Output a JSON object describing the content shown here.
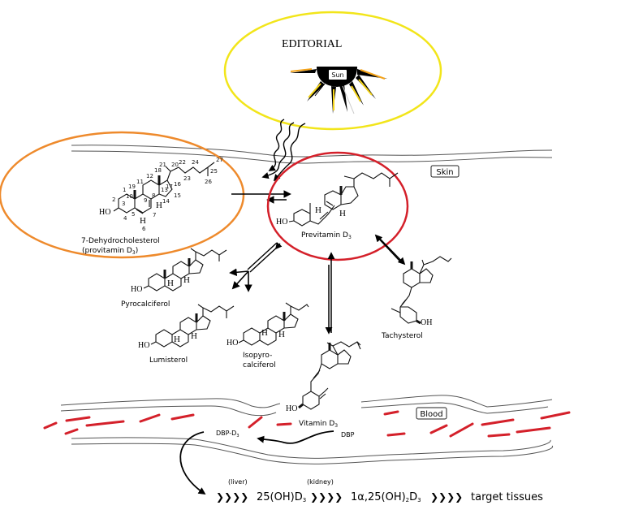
{
  "title": "EDITORIAL",
  "sun": {
    "label": "Sun",
    "icon": "sun-icon"
  },
  "compartments": {
    "skin": "Skin",
    "blood": "Blood"
  },
  "compounds": {
    "provitamin": {
      "name_line1": "7-Dehydrocholesterol",
      "name_line2": "(provitamin D",
      "name_sub": "3",
      "name_close": ")"
    },
    "previtamin": {
      "name": "Previtamin D",
      "sub": "3"
    },
    "pyrocalciferol": {
      "name": "Pyrocalciferol"
    },
    "lumisterol": {
      "name": "Lumisterol"
    },
    "isopyrocalciferol": {
      "name_line1": "Isopyro-",
      "name_line2": "calciferol"
    },
    "tachysterol": {
      "name": "Tachysterol"
    },
    "vitamin_d3": {
      "name": "Vitamin D",
      "sub": "3"
    }
  },
  "carbon_numbers": [
    "1",
    "2",
    "3",
    "4",
    "5",
    "6",
    "7",
    "8",
    "9",
    "10",
    "11",
    "12",
    "13",
    "14",
    "15",
    "16",
    "17",
    "18",
    "19",
    "20",
    "21",
    "22",
    "23",
    "24",
    "25",
    "26",
    "27"
  ],
  "atoms": {
    "ho": "HO",
    "oh": "OH",
    "h": "H"
  },
  "transport": {
    "dbp": "DBP",
    "dbp_d3": "DBP-D",
    "dbp_d3_sub": "3"
  },
  "pathway": {
    "step1_organ": "(liver)",
    "step2_organ": "(kidney)",
    "metabolite1": "25(OH)D",
    "metabolite1_sub": "3",
    "metabolite2_pre": "1α,25(OH)",
    "metabolite2_sub1": "2",
    "metabolite2_mid": "D",
    "metabolite2_sub2": "3",
    "target": "target tissues",
    "chevrons": "❯❯❯❯"
  },
  "highlight_colors": {
    "editorial_ellipse": "#f2e51a",
    "provitamin_ellipse": "#ee8a2c",
    "previtamin_ellipse": "#d4202a",
    "red_blood_cells": "#d4202a",
    "sun_rays": "#f4d419"
  }
}
